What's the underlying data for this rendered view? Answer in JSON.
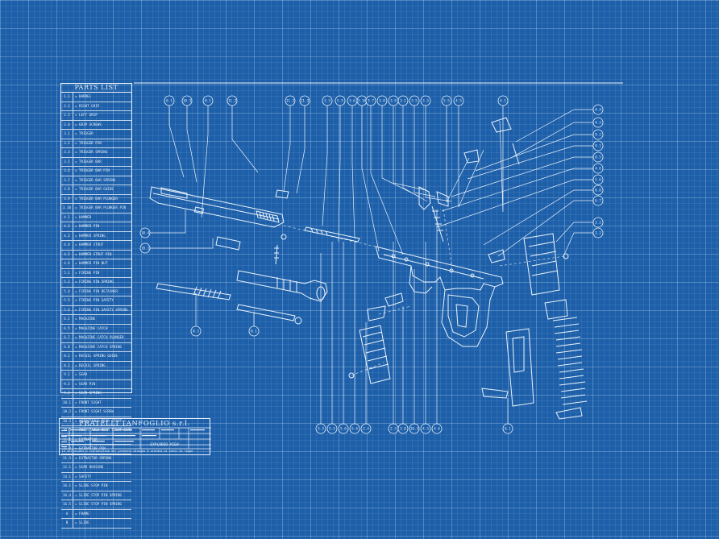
{
  "sheet": {
    "background_color": "#1d5fa8",
    "line_color": "#eaf3fc",
    "grid_color": "#5e93cf"
  },
  "parts_list": {
    "title": "PARTS LIST",
    "rows": [
      {
        "code": "1.1",
        "name": "BARREL"
      },
      {
        "code": "2.2",
        "name": "RIGHT GRIP"
      },
      {
        "code": "2.3",
        "name": "LEFT GRIP"
      },
      {
        "code": "2.4",
        "name": "GRIP SCREWS"
      },
      {
        "code": "3.1",
        "name": "TRIGGER"
      },
      {
        "code": "3.2",
        "name": "TRIGGER PIN"
      },
      {
        "code": "3.3",
        "name": "TRIGGER SPRING"
      },
      {
        "code": "3.5",
        "name": "TRIGGER BAR"
      },
      {
        "code": "3.6",
        "name": "TRIGGER BAR PIN"
      },
      {
        "code": "3.7",
        "name": "TRIGGER BAR SPRING"
      },
      {
        "code": "3.8",
        "name": "TRIGGER BAR GUIDE"
      },
      {
        "code": "3.9",
        "name": "TRIGGER BAR PLUNGER"
      },
      {
        "code": "3.10",
        "name": "TRIGGER BAR PLUNGER PIN"
      },
      {
        "code": "4.1",
        "name": "HAMMER"
      },
      {
        "code": "4.2",
        "name": "HAMMER PIN"
      },
      {
        "code": "4.3",
        "name": "HAMMER SPRING"
      },
      {
        "code": "4.4",
        "name": "HAMMER STRUT"
      },
      {
        "code": "4.5",
        "name": "HAMMER STRUT PIN"
      },
      {
        "code": "4.6",
        "name": "HAMMER PIN NUT"
      },
      {
        "code": "5.1",
        "name": "FIRING PIN"
      },
      {
        "code": "5.2",
        "name": "FIRING PIN SPRING"
      },
      {
        "code": "5.4",
        "name": "FIRING PIN RETAINER"
      },
      {
        "code": "5.5",
        "name": "FIRING PIN SAFETY"
      },
      {
        "code": "5.6",
        "name": "FIRING PIN SAFETY SPRING"
      },
      {
        "code": "6.1",
        "name": "MAGAZINE"
      },
      {
        "code": "6.5",
        "name": "MAGAZINE CATCH"
      },
      {
        "code": "6.7",
        "name": "MAGAZINE CATCH PLUNGER"
      },
      {
        "code": "6.8",
        "name": "MAGAZINE CATCH SPRING"
      },
      {
        "code": "8.1",
        "name": "RECOIL SPRING GUIDE"
      },
      {
        "code": "8.2",
        "name": "RECOIL SPRING"
      },
      {
        "code": "9.1",
        "name": "SEAR"
      },
      {
        "code": "9.2",
        "name": "SEAR PIN"
      },
      {
        "code": "9.3",
        "name": "SEAR SPRING"
      },
      {
        "code": "10.1",
        "name": "FRONT SIGHT"
      },
      {
        "code": "10.2",
        "name": "FRONT SIGHT SCREW"
      },
      {
        "code": "10.3",
        "name": "ADJUSTABLE REAR SIGHT"
      },
      {
        "code": "10.4",
        "name": "ADJUSTABLE REAR SIGHT SCREW"
      },
      {
        "code": "11.1",
        "name": "EXTRACTOR"
      },
      {
        "code": "11.2",
        "name": "EXTRACTOR PIN"
      },
      {
        "code": "11.3",
        "name": "EXTRACTOR SPRING"
      },
      {
        "code": "12.1",
        "name": "SEAR HOUSING"
      },
      {
        "code": "14.1",
        "name": "SAFETY"
      },
      {
        "code": "16.1",
        "name": "SLIDE STOP PIN"
      },
      {
        "code": "16.4",
        "name": "SLIDE STOP PIN SPRING"
      },
      {
        "code": "16.5",
        "name": "SLIDE STOP PIN SPRING"
      },
      {
        "code": "A",
        "name": "FRAME"
      },
      {
        "code": "B",
        "name": "SLIDE"
      }
    ]
  },
  "title_block": {
    "company": "FRATELLI TANFOGLIO s.r.l.",
    "drawing_name": "EXPLODED VIEW",
    "note": "La diffusione o riproduzione del presente disegno è vietata ai sensi di legge"
  },
  "callouts": {
    "top": [
      "6.1",
      "10.3",
      "8.1",
      "11.2",
      "11.3",
      "11.3",
      "3.3",
      "5.5",
      "3.6",
      "3.10",
      "3.7",
      "3.8",
      "3.9",
      "3.1",
      "3.5",
      "3.3",
      "5.5",
      "4.5",
      "4.1"
    ],
    "right": [
      "4.4",
      "4.3",
      "9.2",
      "9.1",
      "8.5",
      "4.6",
      "5.6",
      "6.8",
      "6.7",
      "2.2",
      "2.2"
    ],
    "bottom": [
      "3.3",
      "5.5",
      "5.6",
      "5.4",
      "2.4",
      "2.3",
      "3.8",
      "10.3",
      "4.3",
      "4.4",
      "6.1"
    ],
    "left": [
      "10.4",
      "10.1",
      "8.3",
      "8.1"
    ]
  }
}
